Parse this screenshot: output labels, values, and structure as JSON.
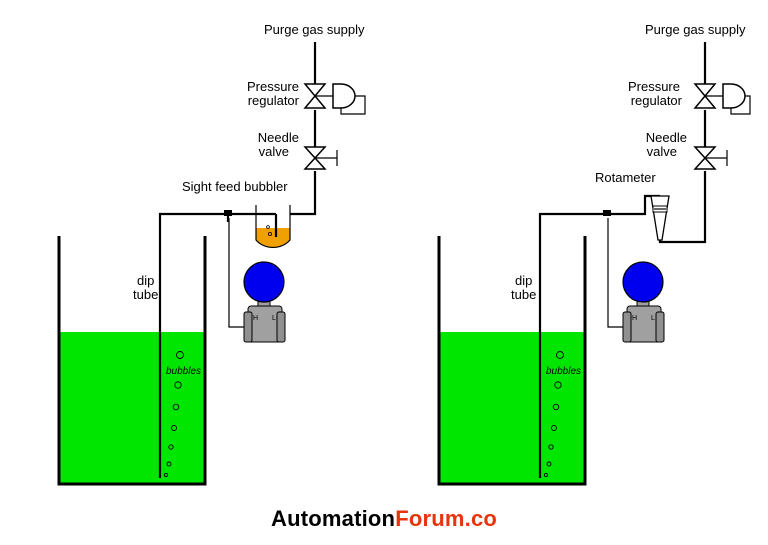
{
  "left_diagram": {
    "purge_label": "Purge gas supply",
    "regulator_label": [
      "Pressure",
      "regulator"
    ],
    "needle_label": [
      "Needle",
      "valve"
    ],
    "bubbler_label": "Sight feed bubbler",
    "dip_label": [
      "dip",
      "tube"
    ],
    "bubbles_label": "bubbles",
    "transmitter_h": "H",
    "transmitter_l": "L"
  },
  "right_diagram": {
    "purge_label": "Purge gas supply",
    "regulator_label": [
      "Pressure",
      "regulator"
    ],
    "needle_label": [
      "Needle",
      "valve"
    ],
    "rotameter_label": "Rotameter",
    "dip_label": [
      "dip",
      "tube"
    ],
    "bubbles_label": "bubbles",
    "transmitter_h": "H",
    "transmitter_l": "L"
  },
  "brand": {
    "part1": "Automation",
    "part2": "Forum.co"
  },
  "colors": {
    "liquid": "#00e600",
    "bubbler_fluid": "#f0a000",
    "transmitter_head": "#0000ee",
    "transmitter_body": "#a0a0a0",
    "brand_dark": "#000000",
    "brand_accent": "#e8340c"
  }
}
